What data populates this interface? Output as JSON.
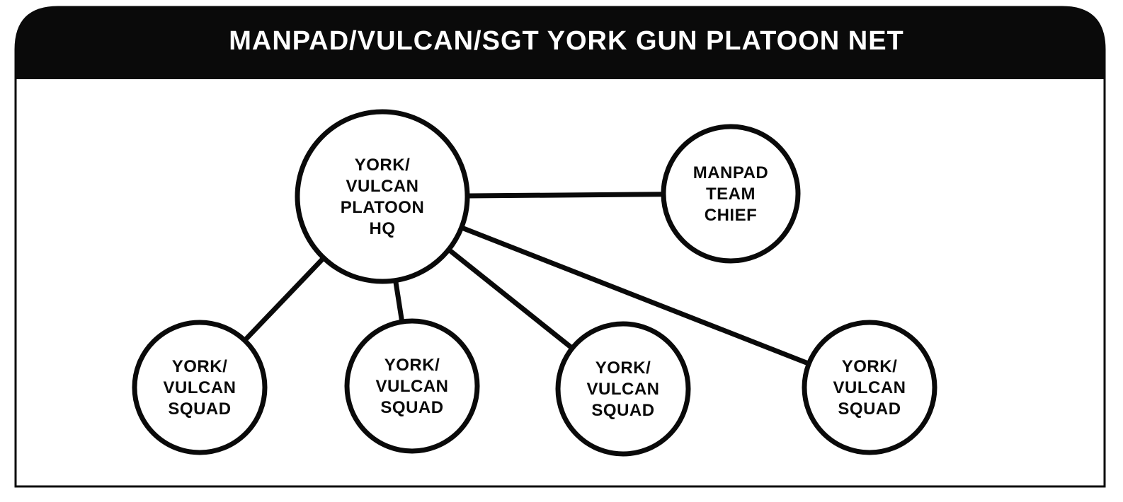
{
  "title": "MANPAD/VULCAN/SGT YORK GUN PLATOON NET",
  "colors": {
    "header_bg": "#0a0a0a",
    "header_text": "#ffffff",
    "line": "#0a0a0a",
    "node_fill": "#ffffff",
    "node_text": "#0a0a0a"
  },
  "nodes": [
    {
      "id": "hq",
      "lines": [
        "YORK/",
        "VULCAN",
        "PLATOON",
        "HQ"
      ]
    },
    {
      "id": "manpad",
      "lines": [
        "MANPAD",
        "TEAM",
        "CHIEF"
      ]
    },
    {
      "id": "squad1",
      "lines": [
        "YORK/",
        "VULCAN",
        "SQUAD"
      ]
    },
    {
      "id": "squad2",
      "lines": [
        "YORK/",
        "VULCAN",
        "SQUAD"
      ]
    },
    {
      "id": "squad3",
      "lines": [
        "YORK/",
        "VULCAN",
        "SQUAD"
      ]
    },
    {
      "id": "squad4",
      "lines": [
        "YORK/",
        "VULCAN",
        "SQUAD"
      ]
    }
  ],
  "edges": [
    {
      "from": "hq",
      "to": "manpad"
    },
    {
      "from": "hq",
      "to": "squad1"
    },
    {
      "from": "hq",
      "to": "squad2"
    },
    {
      "from": "hq",
      "to": "squad3"
    },
    {
      "from": "hq",
      "to": "squad4"
    }
  ]
}
